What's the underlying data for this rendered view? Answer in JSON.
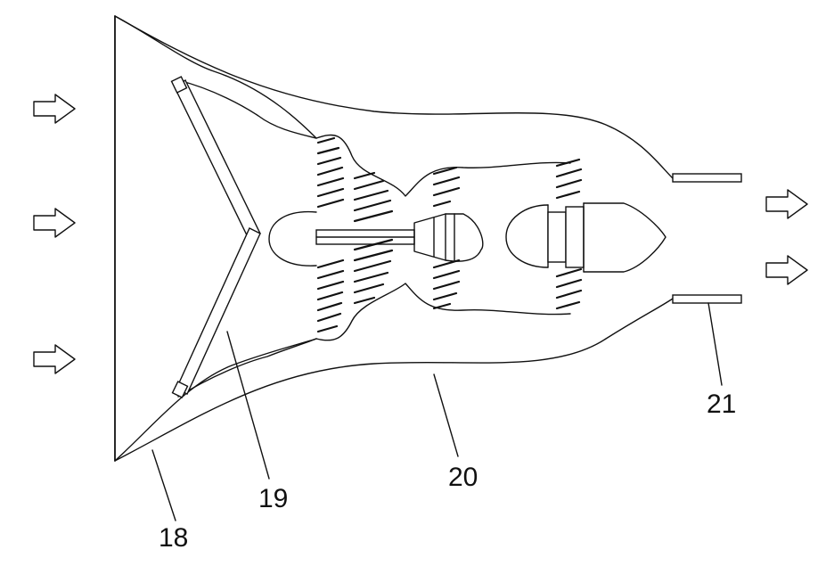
{
  "figure": {
    "reference_numerals": {
      "inlet_frame": "18",
      "deflector_panel": "19",
      "outer_shroud": "20",
      "outlet_nozzle": "21"
    }
  },
  "icons": {
    "inflow_arrows": [
      "arrow-right-icon",
      "arrow-right-icon",
      "arrow-right-icon"
    ],
    "outflow_arrows": [
      "arrow-right-icon",
      "arrow-right-icon"
    ]
  }
}
